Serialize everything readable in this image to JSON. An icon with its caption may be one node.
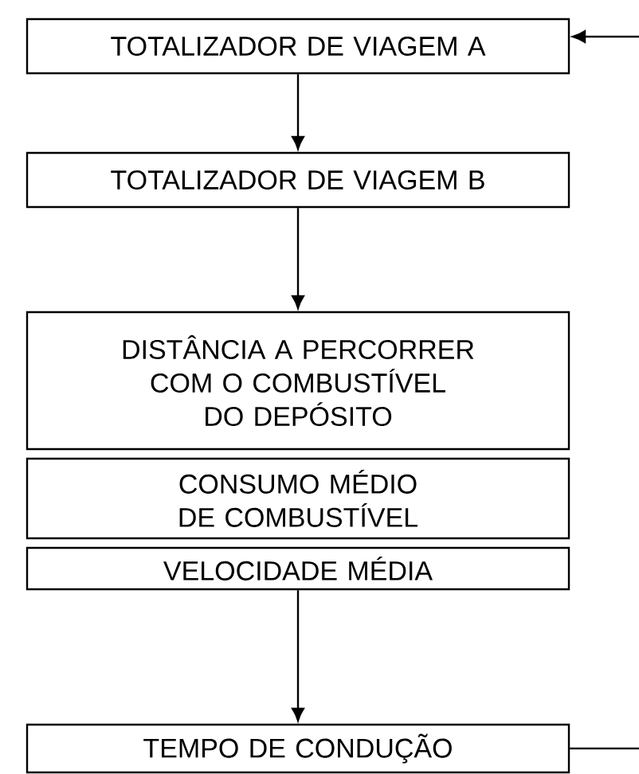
{
  "diagram": {
    "nodes": [
      {
        "text": [
          "TOTALIZADOR DE VIAGEM A"
        ]
      },
      {
        "text": [
          "TOTALIZADOR DE VIAGEM B"
        ]
      },
      {
        "text": [
          "DISTÂNCIA A PERCORRER COM O COMBUSTÍVEL DO DEPÓSITO"
        ]
      },
      {
        "text": [
          "CONSUMO MÉDIO DE COMBUSTÍVEL"
        ]
      },
      {
        "text": [
          "VELOCIDADE MÉDIA"
        ]
      },
      {
        "text": [
          "TEMPO DE CONDUÇÃO"
        ]
      }
    ],
    "edges": [
      {
        "from": 0,
        "to": 1,
        "arrow": "to"
      },
      {
        "from": 1,
        "to": 2,
        "arrow": "to"
      },
      {
        "from": 4,
        "to": 5,
        "arrow": "to"
      },
      {
        "from": 5,
        "to": null,
        "arrow": "none"
      },
      {
        "from": null,
        "to": 0,
        "arrow": "to"
      }
    ]
  }
}
